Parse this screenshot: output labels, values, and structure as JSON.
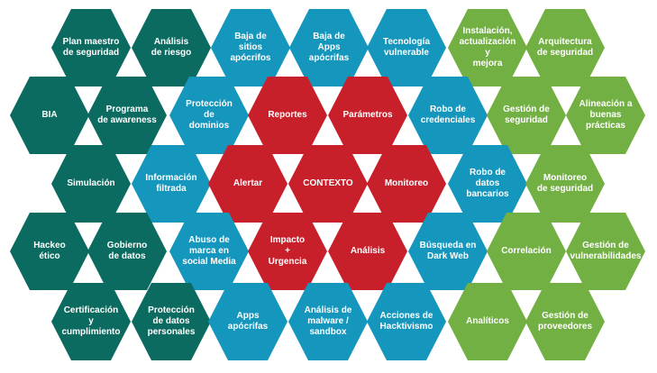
{
  "colors": {
    "teal": "#0c6b60",
    "blue": "#1596bd",
    "red": "#c8202b",
    "green": "#73b043"
  },
  "cells": [
    {
      "label": "Plan maestro\nde seguridad",
      "color": "teal"
    },
    {
      "label": "Análisis\nde riesgo",
      "color": "teal"
    },
    {
      "label": "Baja de\nsitios\napócrifos",
      "color": "blue"
    },
    {
      "label": "Baja de\nApps\napócrifas",
      "color": "blue"
    },
    {
      "label": "Tecnología\nvulnerable",
      "color": "blue"
    },
    {
      "label": "Instalación,\nactualización y\nmejora",
      "color": "green"
    },
    {
      "label": "Arquitectura\nde seguridad",
      "color": "green"
    },
    {
      "label": "BIA",
      "color": "teal"
    },
    {
      "label": "Programa\nde awareness",
      "color": "teal"
    },
    {
      "label": "Protección\nde\ndominios",
      "color": "blue"
    },
    {
      "label": "Reportes",
      "color": "red"
    },
    {
      "label": "Parámetros",
      "color": "red"
    },
    {
      "label": "Robo de\ncredenciales",
      "color": "blue"
    },
    {
      "label": "Gestión de\nseguridad",
      "color": "green"
    },
    {
      "label": "Alineación a\nbuenas\nprácticas",
      "color": "green"
    },
    {
      "label": "Simulación",
      "color": "teal"
    },
    {
      "label": "Información\nfiltrada",
      "color": "blue"
    },
    {
      "label": "Alertar",
      "color": "red"
    },
    {
      "label": "CONTEXTO",
      "color": "red"
    },
    {
      "label": "Monitoreo",
      "color": "red"
    },
    {
      "label": "Robo de\ndatos\nbancarios",
      "color": "blue"
    },
    {
      "label": "Monitoreo\nde seguridad",
      "color": "green"
    },
    {
      "label": "Hackeo\nético",
      "color": "teal"
    },
    {
      "label": "Gobierno\nde datos",
      "color": "teal"
    },
    {
      "label": "Abuso de\nmarca en\nsocial Media",
      "color": "blue"
    },
    {
      "label": "Impacto\n+\nUrgencia",
      "color": "red"
    },
    {
      "label": "Análisis",
      "color": "red"
    },
    {
      "label": "Búsqueda en\nDark Web",
      "color": "blue"
    },
    {
      "label": "Correlación",
      "color": "green"
    },
    {
      "label": "Gestión de\nvulnerabilidades",
      "color": "green"
    },
    {
      "label": "Certificación y\ncumplimiento",
      "color": "teal"
    },
    {
      "label": "Protección\nde datos\npersonales",
      "color": "teal"
    },
    {
      "label": "Apps\napócrifas",
      "color": "blue"
    },
    {
      "label": "Análisis de\nmalware /\nsandbox",
      "color": "blue"
    },
    {
      "label": "Acciones de\nHacktivismo",
      "color": "blue"
    },
    {
      "label": "Analíticos",
      "color": "green"
    },
    {
      "label": "Gestión de\nproveedores",
      "color": "green"
    }
  ]
}
